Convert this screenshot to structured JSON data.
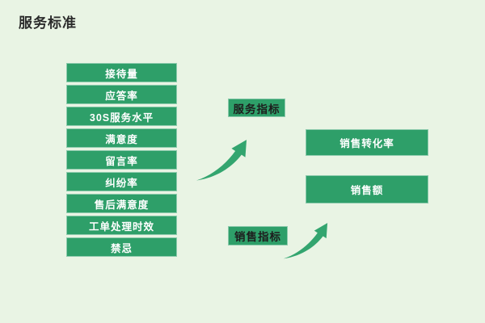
{
  "page": {
    "title": "服务标准",
    "background_color": "#E9F4E4",
    "accent_color": "#2E9F69",
    "arrow_color": "#33A56F",
    "box_text_color": "#FFFFFF",
    "category_text_color": "#1D1D1D"
  },
  "service_metrics": {
    "items": [
      {
        "label": "接待量"
      },
      {
        "label": "应答率"
      },
      {
        "label": "30S服务水平"
      },
      {
        "label": "满意度"
      },
      {
        "label": "留言率"
      },
      {
        "label": "纠纷率"
      },
      {
        "label": "售后满意度"
      },
      {
        "label": "工单处理时效"
      },
      {
        "label": "禁忌"
      }
    ]
  },
  "categories": {
    "service": {
      "label": "服务指标"
    },
    "sales": {
      "label": "销售指标"
    }
  },
  "sales_metrics": {
    "conversion": {
      "label": "销售转化率"
    },
    "amount": {
      "label": "销售额"
    }
  },
  "icons": {
    "service_arrow": "curved-up-right-arrow",
    "sales_arrow": "curved-up-right-arrow"
  }
}
